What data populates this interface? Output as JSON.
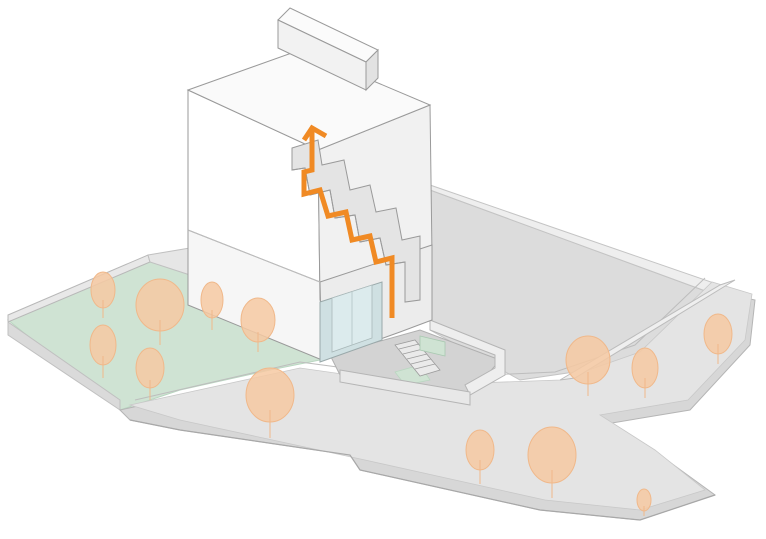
{
  "diagram": {
    "type": "axonometric-architectural-diagram",
    "subject": "building-with-exterior-stair-and-circulation-path",
    "text_labels": [],
    "colors": {
      "building_face_light": "#ffffff",
      "building_face_mid": "#f1f1f1",
      "building_face_dark": "#e3e3e3",
      "ground": "#d9d9d9",
      "ground_light": "#ececec",
      "ground_edge": "#bdbdbd",
      "lawn": "#cfe3d3",
      "lawn_dark": "#b9d6c0",
      "glass": "#cfe0e2",
      "tree": "#f6c9a2",
      "tree_stroke": "#f0b88a",
      "circulation_arrow": "#f08a24",
      "outline": "#9a9a9a"
    },
    "elements": {
      "tower": "building-tower",
      "rooftop_box": "rooftop-mechanical-box",
      "stair_cutout": "stair-void",
      "arrow": "circulation-arrow-icon",
      "entry": "glass-entry",
      "lawn": "lawn-area",
      "path": "curving-walkway",
      "trees": "tree-icon"
    }
  }
}
